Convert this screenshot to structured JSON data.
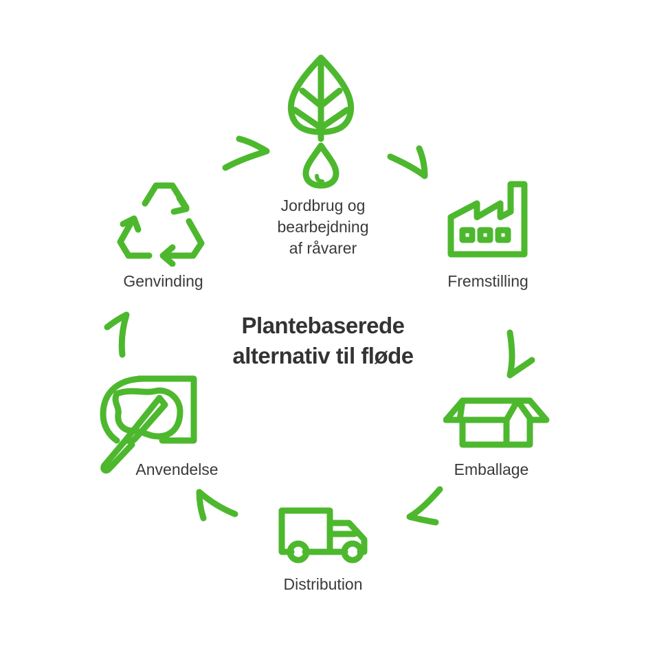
{
  "title": {
    "line1": "Plantebaserede",
    "line2": "alternativ til fløde"
  },
  "colors": {
    "accent": "#4db82e",
    "text": "#3a3a3a",
    "title": "#333333"
  },
  "stages": [
    {
      "id": "raw-materials",
      "icon": "leaf-drop-icon",
      "lines": [
        "Jordbrug og",
        "bearbejdning",
        "af råvarer"
      ]
    },
    {
      "id": "production",
      "icon": "factory-icon",
      "lines": [
        "Fremstilling"
      ]
    },
    {
      "id": "packaging",
      "icon": "box-icon",
      "lines": [
        "Emballage"
      ]
    },
    {
      "id": "distribution",
      "icon": "truck-icon",
      "lines": [
        "Distribution"
      ]
    },
    {
      "id": "usage",
      "icon": "spread-knife-icon",
      "lines": [
        "Anvendelse"
      ]
    },
    {
      "id": "recycling",
      "icon": "recycle-icon",
      "lines": [
        "Genvinding"
      ]
    }
  ]
}
